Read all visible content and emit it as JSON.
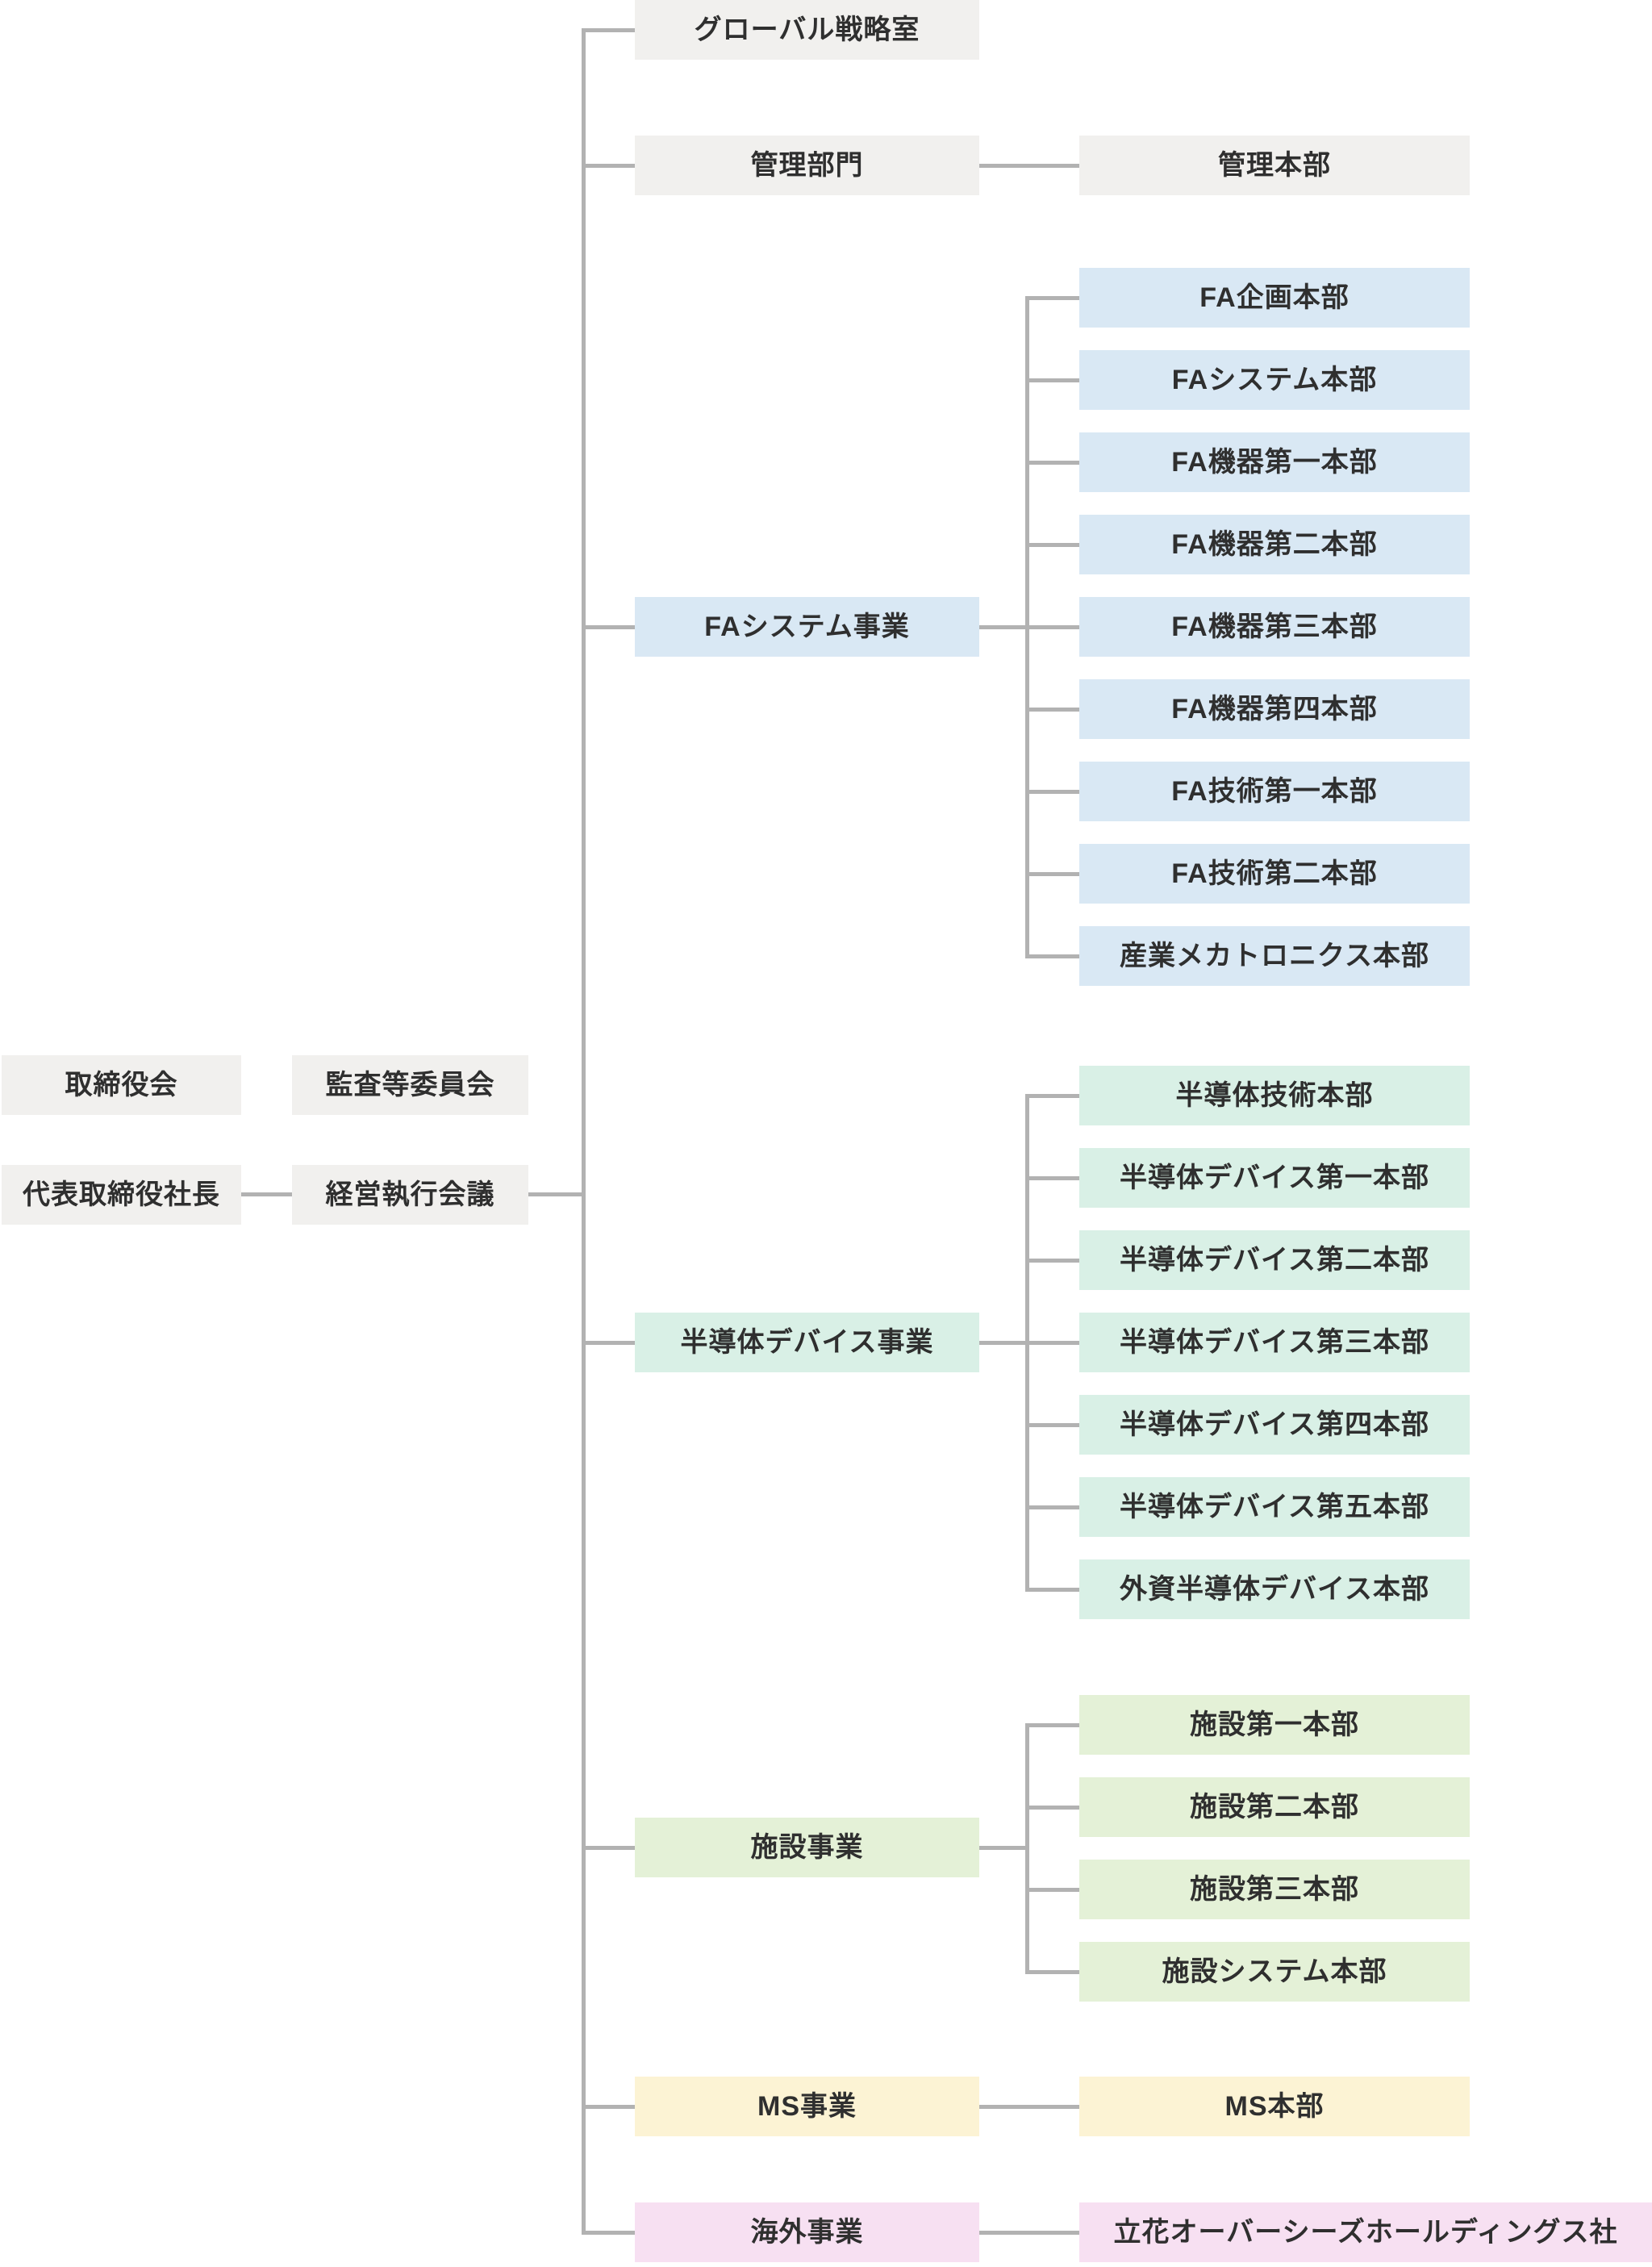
{
  "palette": {
    "box_gray": "#f1f0ee",
    "box_blue": "#d9e8f4",
    "box_mint": "#d9f0e6",
    "box_green": "#e4f1d7",
    "box_yellow": "#fcf3d4",
    "box_pink": "#f7e0f2",
    "line": "#b2b2b2",
    "text": "#2f2f2f"
  },
  "governance": {
    "board": "取締役会",
    "audit_committee": "監査等委員会",
    "president": "代表取締役社長",
    "executive_council": "経営執行会議"
  },
  "direct_offices": {
    "global_strategy": "グローバル戦略室",
    "admin_division": "管理部門",
    "admin_hq": "管理本部"
  },
  "business_units": {
    "fa": {
      "label": "FAシステム事業",
      "children": [
        "FA企画本部",
        "FAシステム本部",
        "FA機器第一本部",
        "FA機器第二本部",
        "FA機器第三本部",
        "FA機器第四本部",
        "FA技術第一本部",
        "FA技術第二本部",
        "産業メカトロニクス本部"
      ]
    },
    "semiconductor": {
      "label": "半導体デバイス事業",
      "children": [
        "半導体技術本部",
        "半導体デバイス第一本部",
        "半導体デバイス第二本部",
        "半導体デバイス第三本部",
        "半導体デバイス第四本部",
        "半導体デバイス第五本部",
        "外資半導体デバイス本部"
      ]
    },
    "facility": {
      "label": "施設事業",
      "children": [
        "施設第一本部",
        "施設第二本部",
        "施設第三本部",
        "施設システム本部"
      ]
    },
    "ms": {
      "label": "MS事業",
      "children": [
        "MS本部"
      ]
    },
    "overseas": {
      "label": "海外事業",
      "children": [
        "立花オーバーシーズホールディングス社"
      ]
    }
  }
}
